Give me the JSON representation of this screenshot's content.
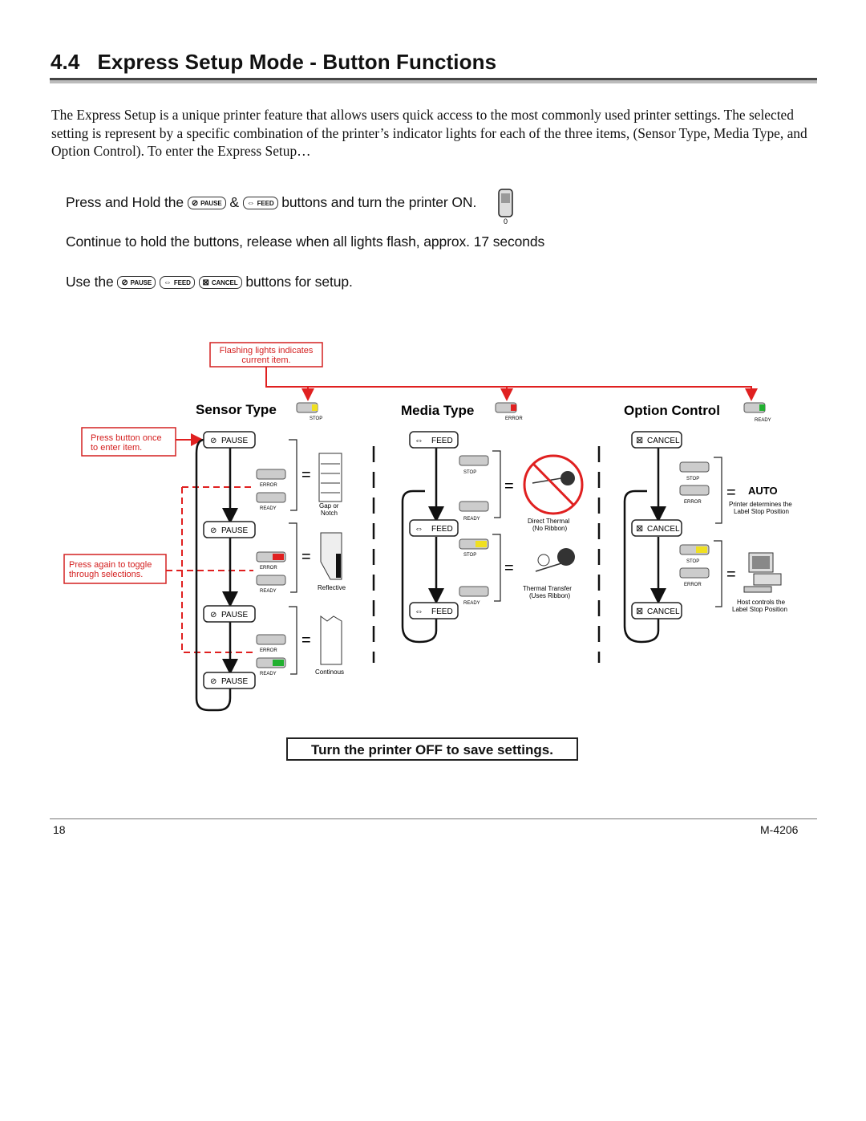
{
  "heading": {
    "number": "4.4",
    "title": "Express Setup Mode - Button Functions"
  },
  "intro": "The Express Setup is a unique printer feature that allows users quick access to the most commonly used printer settings. The selected setting is represent by a specific combination of the printer’s indicator lights for each of the three items, (Sensor Type, Media Type, and Option Control).  To enter the Express Setup…",
  "instructions": {
    "line1_pre": "Press and Hold the",
    "line1_amp": "&",
    "line1_post": "buttons and turn the printer ON.",
    "power_switch_label": "0",
    "line2": "Continue to hold the buttons, release when all lights flash, approx. 17 seconds",
    "line3_pre": "Use the",
    "line3_post": "buttons for setup."
  },
  "buttons": {
    "pause": "PAUSE",
    "feed": "FEED",
    "cancel": "CANCEL"
  },
  "lights": {
    "stop": "STOP",
    "error": "ERROR",
    "ready": "READY"
  },
  "callouts": {
    "flashing": [
      "Flashing lights indicates",
      "current item."
    ],
    "press_once": [
      "Press button once",
      "to enter item."
    ],
    "press_again": [
      "Press again to toggle",
      "through selections."
    ]
  },
  "columns": {
    "sensor": {
      "title": "Sensor Type",
      "options": [
        "Gap or",
        "Notch",
        "Reflective",
        "Continous"
      ]
    },
    "media": {
      "title": "Media Type",
      "options": [
        "Direct Thermal",
        "(No Ribbon)",
        "Thermal Transfer",
        "(Uses Ribbon)"
      ]
    },
    "option": {
      "title": "Option Control",
      "auto": "AUTO",
      "auto_desc": [
        "Printer determines the",
        "Label Stop Position"
      ],
      "host_desc": [
        "Host controls the",
        "Label Stop Position"
      ]
    }
  },
  "save_note": "Turn the printer OFF to save settings.",
  "footer": {
    "page": "18",
    "doc": "M-4206"
  },
  "colors": {
    "red": "#e02020",
    "yellow": "#f0e020",
    "green": "#22b030",
    "callout_red": "#d42020"
  }
}
